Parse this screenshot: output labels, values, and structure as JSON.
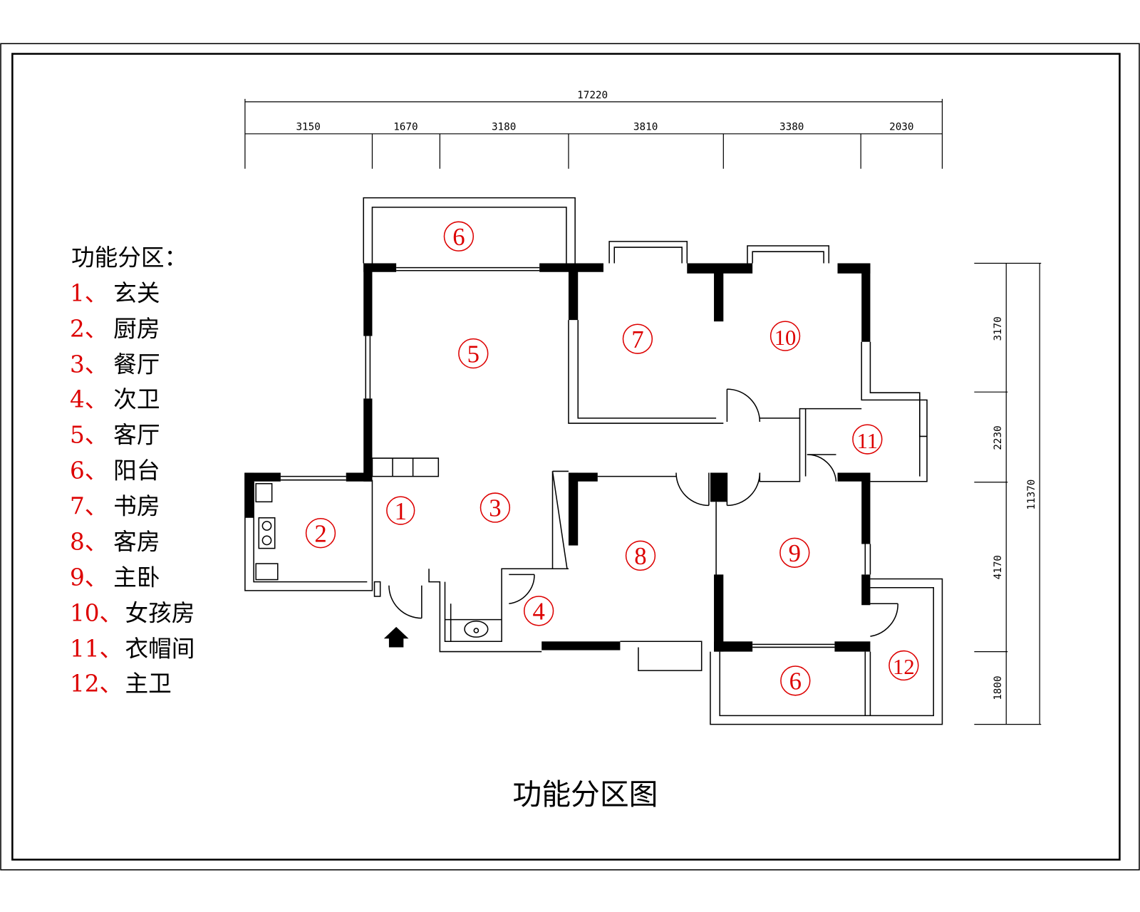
{
  "title": "功能分区图",
  "legend": {
    "heading": "功能分区：",
    "items": [
      {
        "num": "1、",
        "name": "玄关"
      },
      {
        "num": "2、",
        "name": "厨房"
      },
      {
        "num": "3、",
        "name": "餐厅"
      },
      {
        "num": "4、",
        "name": "次卫"
      },
      {
        "num": "5、",
        "name": "客厅"
      },
      {
        "num": "6、",
        "name": "阳台"
      },
      {
        "num": "7、",
        "name": "书房"
      },
      {
        "num": "8、",
        "name": "客房"
      },
      {
        "num": "9、",
        "name": "主卧"
      },
      {
        "num": "10、",
        "name": "女孩房"
      },
      {
        "num": "11、",
        "name": "衣帽间"
      },
      {
        "num": "12、",
        "name": "主卫"
      }
    ]
  },
  "dimensions": {
    "top_total": "17220",
    "top_segments": [
      "3150",
      "1670",
      "3180",
      "3810",
      "3380",
      "2030"
    ],
    "right_total": "11370",
    "right_segments": [
      "3170",
      "2230",
      "4170",
      "1800"
    ]
  },
  "room_markers": [
    "1",
    "2",
    "3",
    "4",
    "5",
    "6",
    "7",
    "8",
    "9",
    "10",
    "11",
    "6",
    "12"
  ],
  "colors": {
    "marker": "#dd0000",
    "line": "#000000"
  }
}
